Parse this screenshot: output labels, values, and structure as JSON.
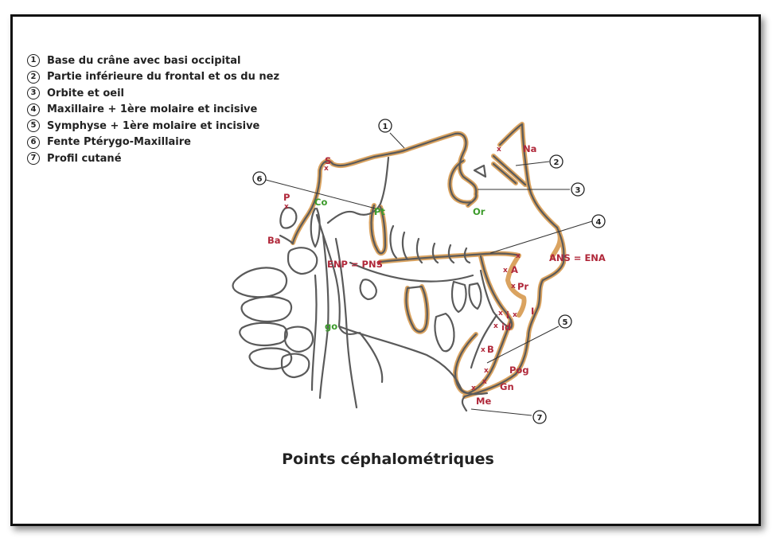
{
  "legend": [
    {
      "num": "1",
      "text": "Base du crâne avec basi occipital"
    },
    {
      "num": "2",
      "text": "Partie inférieure du frontal et os du nez"
    },
    {
      "num": "3",
      "text": "Orbite et oeil"
    },
    {
      "num": "4",
      "text": "Maxillaire + 1ère molaire et incisive"
    },
    {
      "num": "5",
      "text": "Symphyse + 1ère molaire et incisive"
    },
    {
      "num": "6",
      "text": "Fente Ptérygo-Maxillaire"
    },
    {
      "num": "7",
      "text": "Profil cutané"
    }
  ],
  "points": {
    "S": "S",
    "P": "P",
    "Co": "Co",
    "Ba": "Ba",
    "Pt": "Pt",
    "Or": "Or",
    "Na": "Na",
    "ENP": "ENP = PNS",
    "ANS": "ANS = ENA",
    "A": "A",
    "Pr": "Pr",
    "I": "I",
    "i": "i",
    "id": "id",
    "B": "B",
    "Pog": "Pog",
    "Gn": "Gn",
    "Me": "Me",
    "go": "go"
  },
  "callouts": [
    "1",
    "2",
    "3",
    "4",
    "5",
    "6",
    "7"
  ],
  "caption": "Points céphalométriques",
  "colors": {
    "outline": "#5a5a5a",
    "halo": "#d79a4f",
    "label_red": "#b0283a",
    "label_green": "#3b9a2a"
  }
}
